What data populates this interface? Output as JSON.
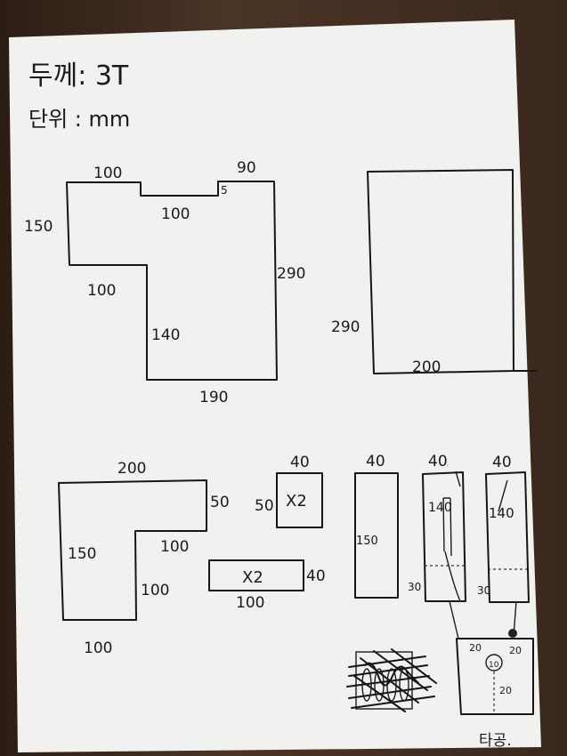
{
  "header": {
    "thickness": "두께: 3T",
    "unit": "단위 : mm"
  },
  "part1": {
    "top_left": "100",
    "top_right": "90",
    "notch_width": "100",
    "notch_depth": "5",
    "left_height": "150",
    "step_width": "100",
    "lower_left_height": "140",
    "right_height": "290",
    "bottom_width": "190"
  },
  "part2": {
    "height": "290",
    "width": "200"
  },
  "part3": {
    "top_width": "200",
    "right_height": "50",
    "left_height": "150",
    "inner_width": "100",
    "inner_height": "100",
    "bottom_width": "100"
  },
  "part4": {
    "width": "40",
    "height": "50",
    "qty": "X2"
  },
  "part5": {
    "width": "100",
    "height": "40",
    "qty": "X2"
  },
  "part6": {
    "width": "40",
    "height": "150"
  },
  "part7": {
    "width": "40",
    "height": "140",
    "lower": "30"
  },
  "part8": {
    "width": "40",
    "height": "140",
    "lower": "30"
  },
  "detail": {
    "left": "20",
    "right": "20",
    "hole": "10",
    "bottom": "20",
    "note": "타공."
  }
}
